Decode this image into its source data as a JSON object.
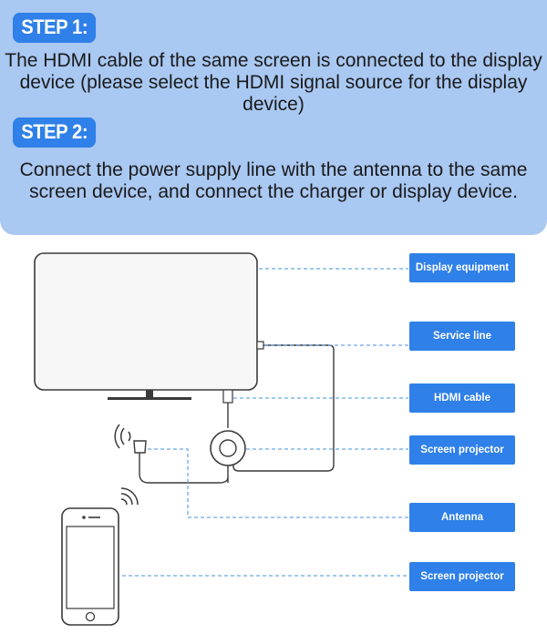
{
  "steps": [
    {
      "badge": "STEP 1:",
      "text": "The HDMI cable of the same screen is connected to the display device (please select the HDMI signal source for the display device)"
    },
    {
      "badge": "STEP 2:",
      "text": "Connect the power supply line with the antenna to the same screen device, and connect the charger or display device."
    }
  ],
  "labels": {
    "display_equipment": "Display equipment",
    "service_line": "Service line",
    "hdmi_cable": "HDMI cable",
    "screen_projector_1": "Screen projector",
    "antenna": "Antenna",
    "screen_projector_2": "Screen projector"
  },
  "colors": {
    "panel": "#a9c8f2",
    "accent": "#2f80e8",
    "leader": "#6aa8e8"
  },
  "icons": [
    "tv-icon",
    "hdmi-dongle-icon",
    "antenna-icon",
    "wifi-signal-icon",
    "smartphone-icon"
  ]
}
